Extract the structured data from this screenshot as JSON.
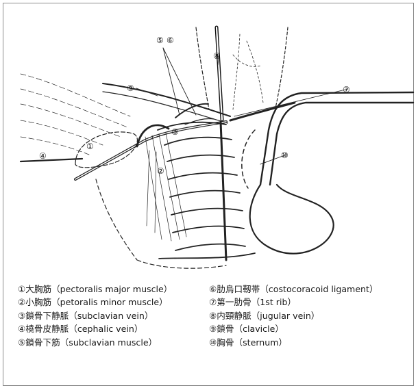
{
  "callouts": {
    "c5": "⑤",
    "c6": "⑥",
    "c8": "⑧",
    "c9": "⑨",
    "c7": "⑦",
    "c3": "③",
    "c10": "⑩",
    "c1": "①",
    "c4": "④",
    "c2": "②"
  },
  "legend": {
    "left": [
      "①大胸筋（pectoralis major muscle）",
      "②小胸筋（petoralis minor muscle）",
      "③鎖骨下静脈（subclavian vein）",
      "④橈骨皮静脈（cephalic vein）",
      "⑤鎖骨下筋（subclavian muscle）"
    ],
    "right": [
      "⑥肋烏口靱帯（costocoracoid ligament）",
      "⑦第一肋骨（1st rib）",
      "⑧内頸静脈（jugular vein）",
      "⑨鎖骨（clavicle）",
      "⑩胸骨（sternum）"
    ]
  }
}
